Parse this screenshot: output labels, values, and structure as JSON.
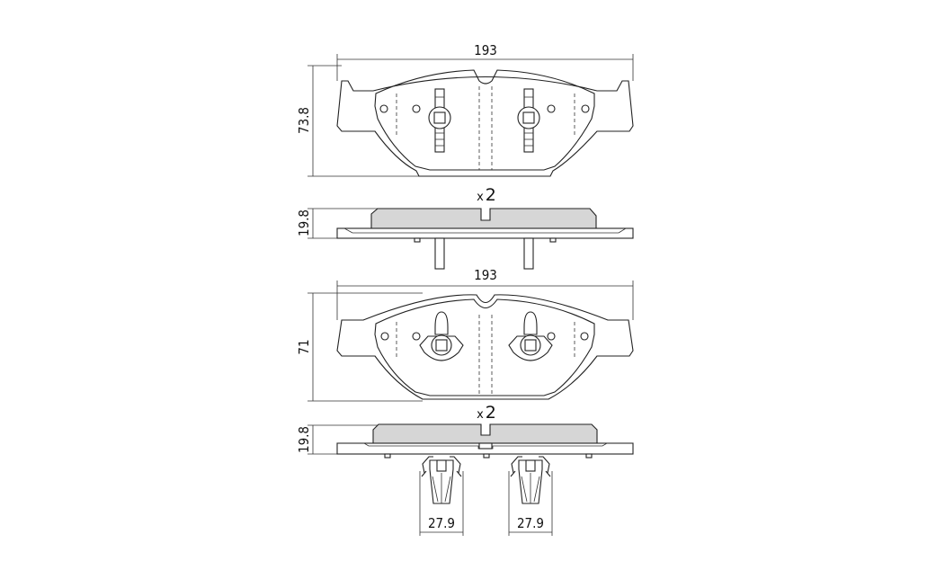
{
  "pad_top": {
    "width_label": "193",
    "height_label": "73.8",
    "thickness_label": "19.8",
    "quantity_label": "x 2"
  },
  "pad_bottom": {
    "width_label": "193",
    "height_label": "71",
    "thickness_label": "19.8",
    "quantity_label": "x 2",
    "clip_left_label": "27.9",
    "clip_right_label": "27.9"
  }
}
